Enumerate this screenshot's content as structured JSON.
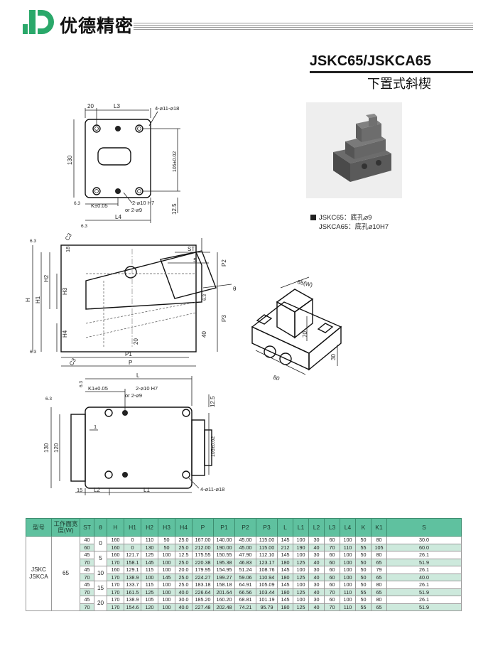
{
  "header": {
    "brand": "优德精密",
    "model": "JSKC65/JSKCA65",
    "subtitle": "下置式斜楔"
  },
  "notes": [
    "JSKC65：底孔⌀9",
    "JSKCA65：底孔⌀10H7"
  ],
  "drawing_labels": {
    "top_20": "20",
    "top_L3": "L3",
    "holes_4": "4-⌀11-⌀18",
    "dim_130": "130",
    "dim_105": "105±0.02",
    "dim_12_5": "12.5",
    "dim_K": "K±0.05",
    "pins": "2-⌀10 H7",
    "pins_or": "or 2-⌀9",
    "dim_L4": "L4",
    "surf_6_3": "6.3",
    "C3": "C3",
    "H": "H",
    "H1": "H1",
    "H2": "H2",
    "H3": "H3",
    "H4": "H4",
    "dim_18": "18",
    "ST": "ST",
    "S": "S",
    "P2": "P2",
    "P3": "P3",
    "theta": "θ",
    "dim_40": "40",
    "dim_20b": "20",
    "P1": "P1",
    "P": "P",
    "w65": "65(W)",
    "iso_70": "70",
    "iso_30": "30",
    "iso_80": "80",
    "L": "L",
    "K1": "K1±0.05",
    "dim_120": "120",
    "dim_1": "1",
    "dim_15": "15",
    "L2": "L2",
    "L1": "L1"
  },
  "table": {
    "headers": [
      "型号",
      "工作面宽度(W)",
      "ST",
      "θ",
      "H",
      "H1",
      "H2",
      "H3",
      "H4",
      "P",
      "P1",
      "P2",
      "P3",
      "L",
      "L1",
      "L2",
      "L3",
      "L4",
      "K",
      "K1",
      "S"
    ],
    "model": "JSKC\nJSKCA",
    "width": "65",
    "thetas": [
      "0",
      "5",
      "10",
      "15",
      "20"
    ],
    "rows": [
      [
        "40",
        "160",
        "0",
        "110",
        "50",
        "25.0",
        "167.00",
        "140.00",
        "45.00",
        "115.00",
        "145",
        "100",
        "30",
        "60",
        "100",
        "50",
        "80",
        "30.0"
      ],
      [
        "60",
        "160",
        "0",
        "130",
        "50",
        "25.0",
        "212.00",
        "190.00",
        "45.00",
        "115.00",
        "212",
        "190",
        "40",
        "70",
        "110",
        "55",
        "105",
        "60.0"
      ],
      [
        "45",
        "160",
        "121.7",
        "125",
        "100",
        "12.5",
        "175.55",
        "150.55",
        "47.90",
        "112.10",
        "145",
        "100",
        "30",
        "60",
        "100",
        "50",
        "80",
        "26.1"
      ],
      [
        "70",
        "170",
        "158.1",
        "145",
        "100",
        "25.0",
        "220.38",
        "195.38",
        "46.83",
        "123.17",
        "180",
        "125",
        "40",
        "60",
        "100",
        "50",
        "65",
        "51.9"
      ],
      [
        "45",
        "160",
        "129.1",
        "115",
        "100",
        "20.0",
        "179.95",
        "154.95",
        "51.24",
        "108.76",
        "145",
        "100",
        "30",
        "60",
        "100",
        "50",
        "79",
        "26.1"
      ],
      [
        "70",
        "170",
        "138.9",
        "100",
        "145",
        "25.0",
        "224.27",
        "199.27",
        "59.06",
        "110.94",
        "180",
        "125",
        "40",
        "60",
        "100",
        "50",
        "65",
        "40.0"
      ],
      [
        "45",
        "170",
        "133.7",
        "115",
        "100",
        "25.0",
        "183.18",
        "158.18",
        "64.91",
        "105.09",
        "145",
        "100",
        "30",
        "60",
        "100",
        "50",
        "80",
        "26.1"
      ],
      [
        "70",
        "170",
        "161.5",
        "125",
        "100",
        "40.0",
        "226.64",
        "201.64",
        "66.56",
        "103.44",
        "180",
        "125",
        "40",
        "70",
        "110",
        "55",
        "65",
        "51.9"
      ],
      [
        "45",
        "170",
        "138.9",
        "105",
        "100",
        "30.0",
        "185.20",
        "160.20",
        "68.81",
        "101.19",
        "145",
        "100",
        "30",
        "60",
        "100",
        "50",
        "80",
        "26.1"
      ],
      [
        "70",
        "170",
        "154.6",
        "120",
        "100",
        "40.0",
        "227.48",
        "202.48",
        "74.21",
        "95.79",
        "180",
        "125",
        "40",
        "70",
        "110",
        "55",
        "65",
        "51.9"
      ]
    ]
  },
  "colors": {
    "header_green": "#5fc19f",
    "row_alt": "#cde9dc",
    "logo_green": "#2aa86a"
  }
}
